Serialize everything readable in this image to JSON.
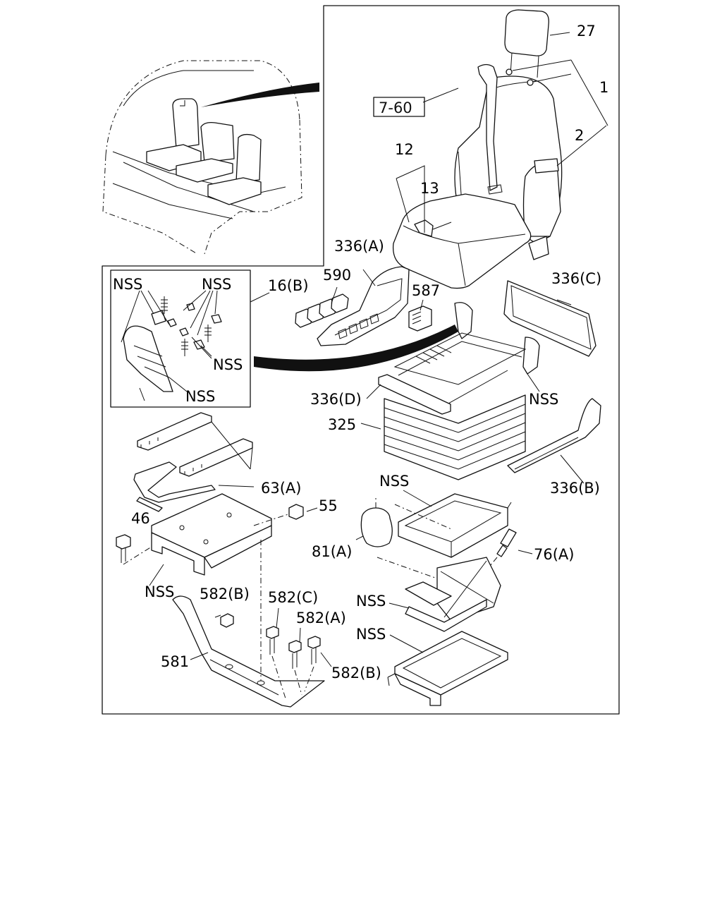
{
  "diagram": {
    "ref_box": "7-60",
    "labels": {
      "l27": "27",
      "l1": "1",
      "l2": "2",
      "l12": "12",
      "l13": "13",
      "l336a": "336(A)",
      "l336b": "336(B)",
      "l336c": "336(C)",
      "l336d": "336(D)",
      "l590": "590",
      "l587": "587",
      "l16b": "16(B)",
      "l325": "325",
      "l63a": "63(A)",
      "l55": "55",
      "l46": "46",
      "l81a": "81(A)",
      "l76a": "76(A)",
      "l582b1": "582(B)",
      "l582c": "582(C)",
      "l582a": "582(A)",
      "l582b2": "582(B)",
      "l581": "581",
      "nss_inset1": "NSS",
      "nss_inset2": "NSS",
      "nss_inset3": "NSS",
      "nss_inset4": "NSS",
      "nss_frame": "NSS",
      "nss_base": "NSS",
      "nss_bracket": "NSS",
      "nss_scissor": "NSS",
      "nss_rail": "NSS"
    }
  }
}
